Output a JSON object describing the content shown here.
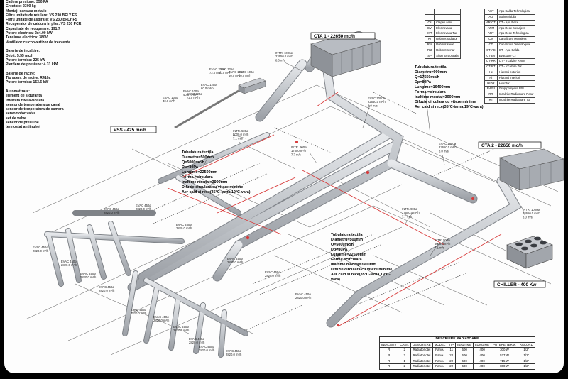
{
  "specs": [
    "Cadere presiune: 350 PA",
    "Greutate: 2300 kg",
    "Montaj: carcasa metalic",
    "Filtru unitate de refulare: VS 230 BFLY FS",
    "Filtru unitate de aspirate: VS 230 BFLY FS",
    "Recuperator de caldura in plac: VS 230 PCR",
    "Capacitate de recuperare: 191.7",
    "Putere electrica: 2x4.00 kW",
    "Tensiune electrica: 380V",
    "Ventilator cu convertizor de frecventa",
    "",
    "Baterie de incalzire:",
    "Debit: 5.55 mc/h",
    "Putere termica: 225 kW",
    "Pierdere de presiune: 4.31 kPA",
    "",
    "Baterie de racire:",
    "Tip agent de racire: R410a",
    "Putere termica: 153.6 kW",
    "",
    "Automatizare:",
    "element de siguranta",
    "interfata HMI avansata",
    "sencor de temperatura pe canal",
    "sencor de temperatura de camera",
    "servomotor valva",
    "set de valve",
    "sencor de presiune",
    "termostat antiinghet"
  ],
  "legend_left": [
    [
      "",
      ""
    ],
    [
      "",
      ""
    ],
    [
      "Cs",
      "Clapeti sens"
    ],
    [
      "EV",
      "Electrovana"
    ],
    [
      "EVT",
      "Electrovana Tur"
    ],
    [
      "Rr",
      "Robinet radiator"
    ],
    [
      "Rsr",
      "Robinet sferic"
    ],
    [
      "Rst",
      "Robinet sertar"
    ],
    [
      "SP",
      "Sifon pardoseala"
    ]
  ],
  "legend_right": [
    [
      "ACT",
      "Apa Calda Tehnologica"
    ],
    [
      "AD",
      "Sulimeriobila"
    ],
    [
      "AR-CT",
      "CT - Apa Rece"
    ],
    [
      "ARM",
      "Apa Rece Menajera"
    ],
    [
      "ART",
      "Apa Rece Tehnologica"
    ],
    [
      "CM",
      "Canalizare Menajera"
    ],
    [
      "CT",
      "Canalizare Tehnologica"
    ],
    [
      "CT-AC",
      "CT - Apa Calda"
    ],
    [
      "CT-EV",
      "Evacuare CT"
    ],
    [
      "CT-RR",
      "CT - Incalzire Retur"
    ],
    [
      "CT-RT",
      "CT - Incalzire Tur"
    ],
    [
      "He",
      "Hidranti exteriori"
    ],
    [
      "Hi",
      "Hidranti interiori"
    ],
    [
      "HIDR",
      "Hidrofor"
    ],
    [
      "P-PSI",
      "Grup pompare PSI"
    ],
    [
      "RR",
      "Incalzire Radiatoare Retur"
    ],
    [
      "RT",
      "Incalzire Radiatoare Tur"
    ]
  ],
  "units": {
    "cta1": "CTA 1 - 22650 mc/h",
    "cta2": "CTA 2 - 22650 mc/h",
    "vss": "VSS - 425 mc/h",
    "chiller": "CHILLER - 400 Kw"
  },
  "notes": {
    "n1": [
      "Tubulatura textila",
      "Diametru=900mm",
      "Q=17550mc/h",
      "Dp=80Pa",
      "Lungime=16400mm",
      "Forma =circulara",
      "Inaltime montaj=3900mm",
      "Difuzie circulara cu viteze minime",
      "Aer cald si rece(35°C-iarna,19°C-vara)"
    ],
    "n2": [
      "Tubulatura textila",
      "Diametru=500mm",
      "Q=5000mc/h",
      "Dp=80Pa",
      "Lungime=22500mm",
      "Forma =circulara",
      "Inaltime montaj=3900mm",
      "Difuzie circulara cu viteze minime",
      "Aer cald si rece(35°C-iarna,19°C-vara)"
    ],
    "n3": [
      "Tubulatura textila",
      "Diametru=500mm",
      "Q=5000mc/h",
      "Dp=80Pa",
      "Lungime=22500mm",
      "Forma =circulara",
      "Inaltime montaj=3900mm",
      "Difuzie circulara cu viteze minime",
      "Aer cald si rece(35°C-iarna,19°C-",
      "vara)"
    ]
  },
  "duct_labels": [
    {
      "id": "intr1",
      "lines": [
        "INTR. 1000ø",
        "22650.0 m³/h",
        "8.0 m/s"
      ]
    },
    {
      "id": "evac1000a",
      "lines": [
        "EVAC 1000ø",
        "22650.0 m³/h",
        "8.0 m/s"
      ]
    },
    {
      "id": "evac1000b",
      "lines": [
        "EVAC 1000ø",
        "22650.0 m³/h",
        "8.0 m/s"
      ]
    },
    {
      "id": "intr1000b",
      "lines": [
        "INTR. 1000ø",
        "22650.0 m³/h",
        "8.0 m/s"
      ]
    },
    {
      "id": "intr500",
      "lines": [
        "INTR. 500ø",
        "5000.0 m³/h",
        "7.1 m/s"
      ]
    },
    {
      "id": "intr900a",
      "lines": [
        "INTR. 900ø",
        "17550 m³/h",
        "7.7 m/s"
      ]
    },
    {
      "id": "intr900b",
      "lines": [
        "INTR. 900ø",
        "17550.0 m³/h",
        "7.7 m/s"
      ]
    },
    {
      "id": "intr500b",
      "lines": [
        "INTR. 500ø",
        "5000.0 m³/h",
        "7.1 m/s"
      ]
    },
    {
      "id": "evac100a",
      "lines": [
        "EVAC 100ø",
        "40.0 m³/h"
      ]
    },
    {
      "id": "evac100b",
      "lines": [
        "EVAC 100ø",
        "40.0 m³/h"
      ]
    },
    {
      "id": "evac100c",
      "lines": [
        "EVAC 100ø",
        "40.0 m³/h"
      ]
    },
    {
      "id": "evac100d",
      "lines": [
        "EVAC 100ø",
        "40.0 m³/h"
      ]
    },
    {
      "id": "evac125a",
      "lines": [
        "EVAC 125ø",
        "72.0 m³/h"
      ]
    },
    {
      "id": "evac125b",
      "lines": [
        "EVAC 125ø",
        "60.0 m³/h"
      ]
    },
    {
      "id": "evac125c",
      "lines": [
        "EVAC 125ø",
        "72.0 m³/h"
      ]
    },
    {
      "id": "evac125d",
      "lines": [
        "EVAC 125ø",
        "60.0 m³/h"
      ]
    },
    {
      "id": "evac450a",
      "lines": [
        "EVAC 450ø",
        "2820.0 m³/h"
      ]
    },
    {
      "id": "evac450b",
      "lines": [
        "EVAC 450ø",
        "2820.0 m³/h"
      ]
    },
    {
      "id": "evac450c",
      "lines": [
        "EVAC 450ø",
        "2820.0 m³/h"
      ]
    },
    {
      "id": "evac450d",
      "lines": [
        "EVAC 450ø",
        "2820.0 m³/h"
      ]
    },
    {
      "id": "evac450e",
      "lines": [
        "EVAC 450ø",
        "2820.0 m³/h"
      ]
    },
    {
      "id": "evac450f",
      "lines": [
        "EVAC 450ø",
        "2820.0 m³/h"
      ]
    },
    {
      "id": "evac450g",
      "lines": [
        "EVAC 450ø",
        "2820.0 m³/h"
      ]
    },
    {
      "id": "evac450h",
      "lines": [
        "EVAC 450ø",
        "2820.0 m³/h"
      ]
    },
    {
      "id": "evac450i",
      "lines": [
        "EVAC 450ø",
        "2820.0 m³/h"
      ]
    },
    {
      "id": "evac450j",
      "lines": [
        "EVAC 450ø",
        "2820.0 m³/h"
      ]
    },
    {
      "id": "evac450k",
      "lines": [
        "EVAC 450ø",
        "2820.0 m³/h"
      ]
    },
    {
      "id": "evac450l",
      "lines": [
        "EVAC 450ø",
        "2820.0 m³/h"
      ]
    },
    {
      "id": "evac450m",
      "lines": [
        "EVAC 450ø",
        "2820.0 m³/h"
      ]
    },
    {
      "id": "evac450n",
      "lines": [
        "EVAC 450ø",
        "2820.0 m³/h"
      ]
    },
    {
      "id": "evac450o",
      "lines": [
        "EVAC 450ø",
        "2820.0 m³/h"
      ]
    },
    {
      "id": "evac450p",
      "lines": [
        "EVAC 450ø",
        "2820.0 m³/h"
      ]
    }
  ],
  "radiators": {
    "caption": "DESCRIERE RADIATOARE",
    "headers": [
      "INDICATIV",
      "CANT.",
      "DESCRIERE",
      "MODEL",
      "TIP",
      "INALTIME",
      "LUNGIME",
      "PUTERE TERM.",
      "RACORD"
    ],
    "rows": [
      [
        "R",
        "2",
        "Radiator otel",
        "Panou",
        "11",
        "600",
        "400",
        "300 W",
        "1/2\""
      ],
      [
        "R",
        "2",
        "Radiator otel",
        "Panou",
        "22",
        "600",
        "400",
        "527 W",
        "1/2\""
      ],
      [
        "R",
        "1",
        "Radiator otel",
        "Panou",
        "22",
        "600",
        "400",
        "715 W",
        "1/2\""
      ],
      [
        "R",
        "2",
        "Radiator otel",
        "Panou",
        "22",
        "600",
        "400",
        "800 W",
        "1/2\""
      ]
    ]
  },
  "colors": {
    "duct": "#c9ccd1",
    "duct_edge": "#7d8187",
    "red": "#d83a3a",
    "frame": "#000000"
  }
}
